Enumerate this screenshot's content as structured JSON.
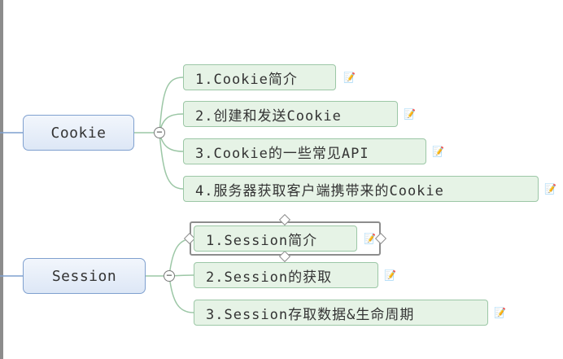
{
  "map": {
    "branches": [
      {
        "label": "Cookie",
        "topics": [
          "1.Cookie简介",
          "2.创建和发送Cookie",
          "3.Cookie的一些常见API",
          "4.服务器获取客户端携带来的Cookie"
        ]
      },
      {
        "label": "Session",
        "topics": [
          "1.Session简介",
          "2.Session的获取",
          "3.Session存取数据&生命周期"
        ]
      }
    ]
  },
  "colors": {
    "main_border": "#7fa0cf",
    "sub_border": "#9cc7a6",
    "sub_fill": "#e6f3e6",
    "connector": "#9cc7a6"
  },
  "icons": {
    "note": "note-icon",
    "collapse": "collapse-minus-icon"
  }
}
